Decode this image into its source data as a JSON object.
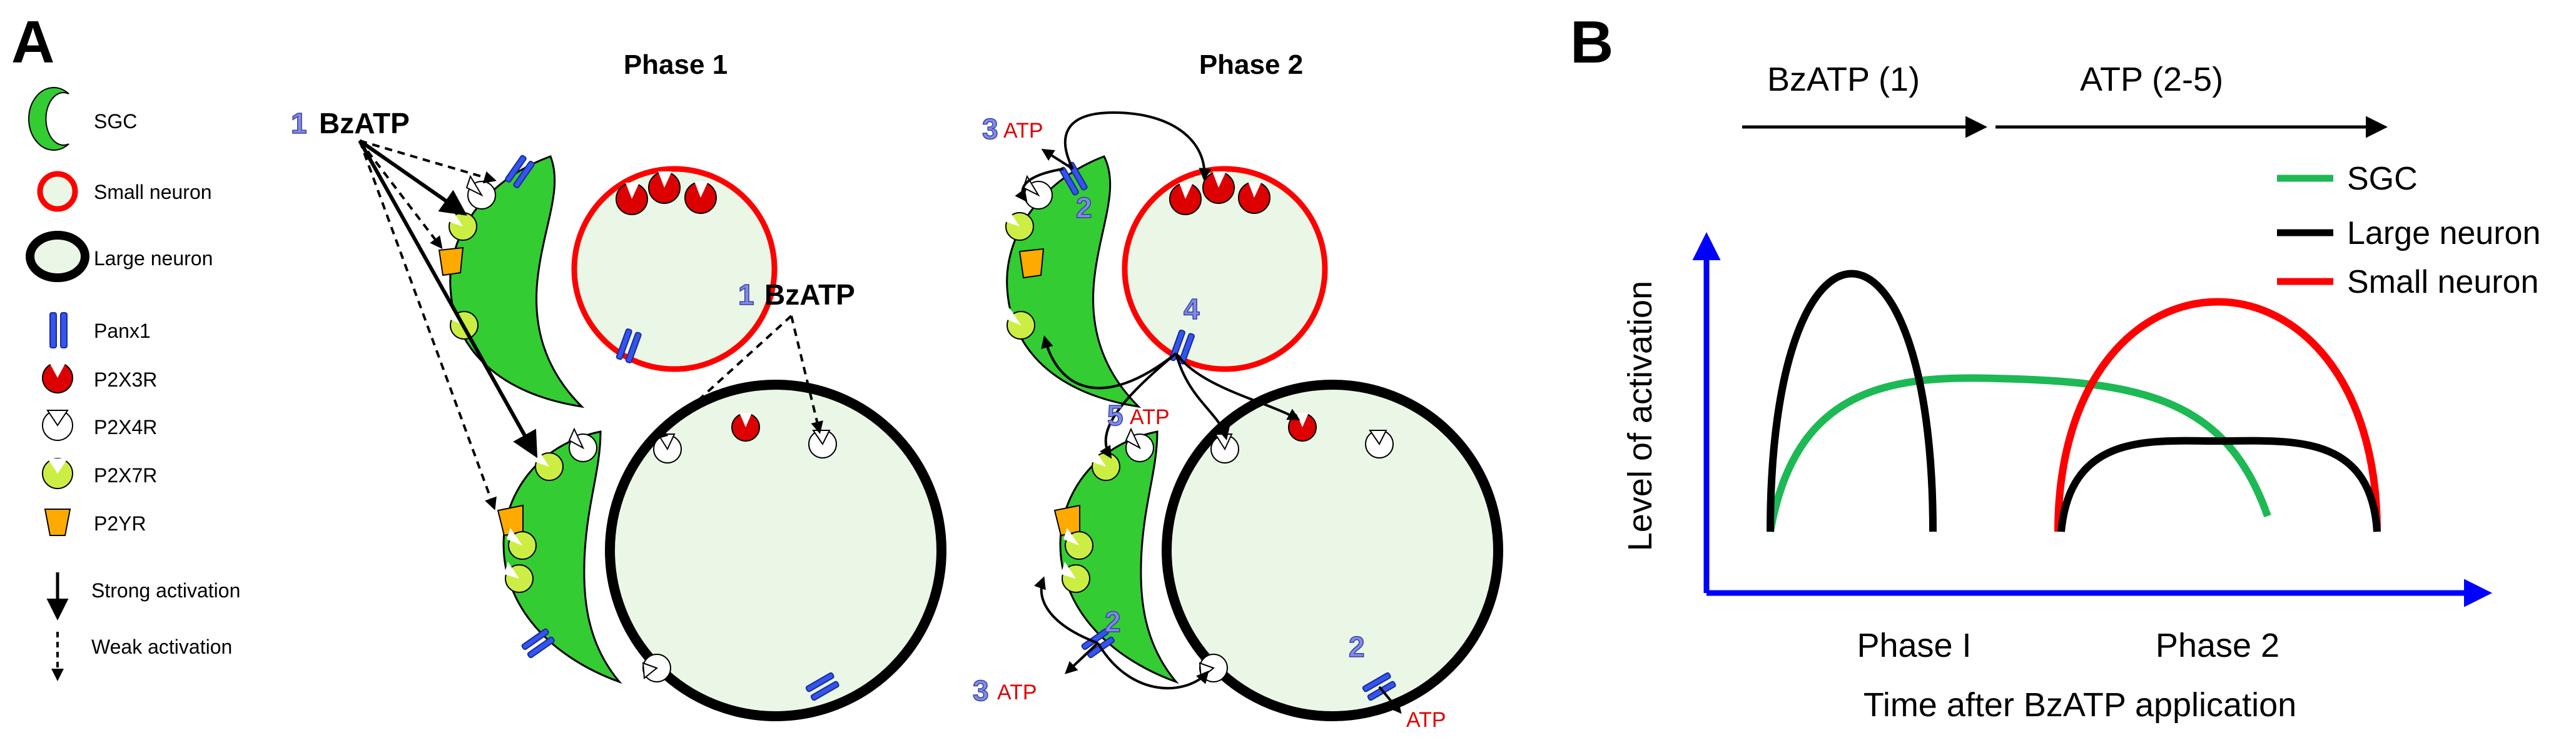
{
  "panel_a": {
    "letter": "A",
    "legend": [
      {
        "label": "SGC"
      },
      {
        "label": "Small neuron"
      },
      {
        "label": "Large neuron"
      },
      {
        "label": "Panx1"
      },
      {
        "label": "P2X3R"
      },
      {
        "label": "P2X4R"
      },
      {
        "label": "P2X7R"
      },
      {
        "label": "P2YR"
      },
      {
        "label": "Strong activation"
      },
      {
        "label": "Weak activation"
      }
    ],
    "phase1": {
      "title": "Phase 1",
      "bz_left": {
        "num": "1",
        "text": "BzATP"
      },
      "bz_right": {
        "num": "1",
        "text": "BzATP"
      }
    },
    "phase2": {
      "title": "Phase 2",
      "steps": [
        {
          "num": "3",
          "text": "ATP"
        },
        {
          "num": "2",
          "text": ""
        },
        {
          "num": "4",
          "text": ""
        },
        {
          "num": "5",
          "text": "ATP"
        },
        {
          "num": "2",
          "text": ""
        },
        {
          "num": "3",
          "text": "ATP"
        },
        {
          "num": "2",
          "text": ""
        },
        {
          "num": "",
          "text": "ATP"
        }
      ]
    },
    "colors": {
      "sgc": "#33cc33",
      "small_neuron": "#ff0000",
      "large_neuron": "#000000",
      "soma_fill": "#eaf7e6",
      "panx1": "#3355ee",
      "p2x3r": "#dd0000",
      "p2x7r": "#ccee44",
      "p2yr": "#ffaa00"
    }
  },
  "panel_b": {
    "letter": "B",
    "timeline": [
      {
        "label": "BzATP (1)"
      },
      {
        "label": "ATP (2-5)"
      }
    ],
    "legend": [
      {
        "label": "SGC",
        "color": "#1db954"
      },
      {
        "label": "Large neuron",
        "color": "#000000"
      },
      {
        "label": "Small neuron",
        "color": "#ff0000"
      }
    ],
    "ylabel": "Level of activation",
    "xlabel": "Time after BzATP application",
    "phase_labels": [
      "Phase I",
      "Phase 2"
    ],
    "axis_color": "#0000ff"
  }
}
